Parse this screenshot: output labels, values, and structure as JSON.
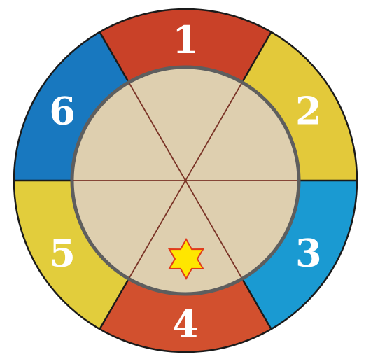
{
  "board": {
    "sectors": [
      {
        "number": "1",
        "color": "#c94128"
      },
      {
        "number": "2",
        "color": "#e3c93a"
      },
      {
        "number": "3",
        "color": "#1a9ad2"
      },
      {
        "number": "4",
        "color": "#d2502e"
      },
      {
        "number": "5",
        "color": "#e2cd3c"
      },
      {
        "number": "6",
        "color": "#1878bf"
      }
    ],
    "inner_circle_color": "#decfaf",
    "divider_color": "#7a3326",
    "outline_color": "#1a1a1a",
    "token": {
      "icon": "star-icon",
      "sector": "4",
      "fill": "#ffe600",
      "stroke": "#e03a1a"
    }
  }
}
